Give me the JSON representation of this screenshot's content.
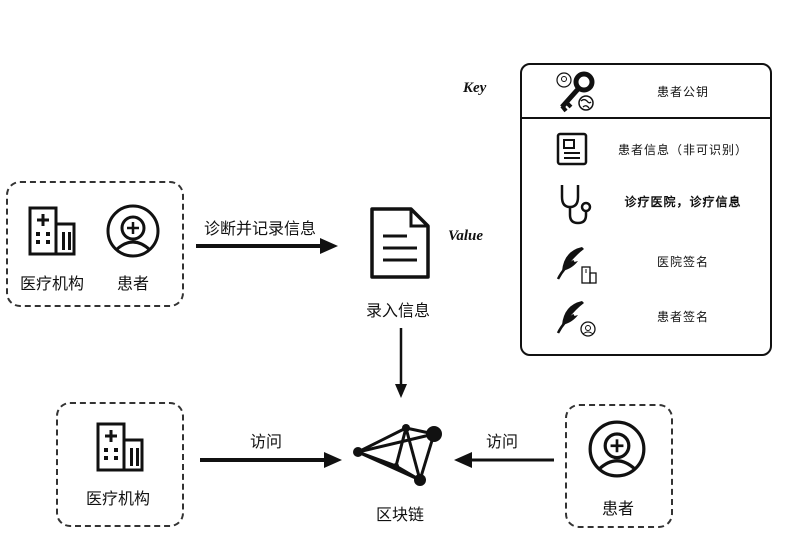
{
  "top_left": {
    "institution": "医疗机构",
    "patient": "患者"
  },
  "top_arrow_label": "诊断并记录信息",
  "record_label": "录入信息",
  "blockchain_label": "区块链",
  "left_arrow_label": "访问",
  "right_arrow_label": "访问",
  "bottom_left": {
    "institution": "医疗机构"
  },
  "bottom_right": {
    "patient": "患者"
  },
  "key_title": "Key",
  "value_title": "Value",
  "legend": {
    "key_row": "患者公钥",
    "value_rows": [
      "患者信息（非可识别）",
      "诊疗医院，诊疗信息",
      "医院签名",
      "患者签名"
    ]
  }
}
